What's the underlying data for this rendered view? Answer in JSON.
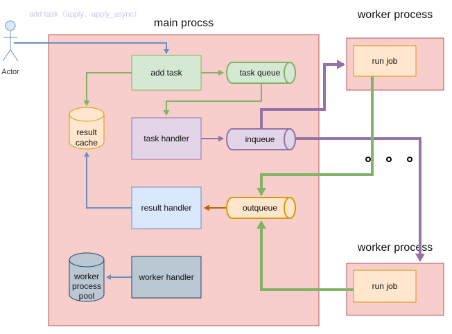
{
  "annotation": "add task（apply、apply_async）",
  "actor_label": "Actor",
  "main_title": "main procss",
  "worker_titles": [
    "worker process",
    "worker process"
  ],
  "boxes": {
    "add_task": "add task",
    "task_handler": "task handler",
    "result_handler": "result handler",
    "worker_handler": "worker handler",
    "run_job_1": "run job",
    "run_job_2": "run job"
  },
  "queues": {
    "task_queue": "task queue",
    "inqueue": "inqueue",
    "outqueue": "outqueue"
  },
  "stores": {
    "result_cache": [
      "result",
      "cache"
    ],
    "worker_pool": [
      "worker",
      "process",
      "pool"
    ]
  },
  "colors": {
    "main_fill": "#f8cecc",
    "main_stroke": "#b85450",
    "green": "#82b366",
    "purple": "#9673a6",
    "blue": "#6c8ebf",
    "orange": "#b46504"
  }
}
